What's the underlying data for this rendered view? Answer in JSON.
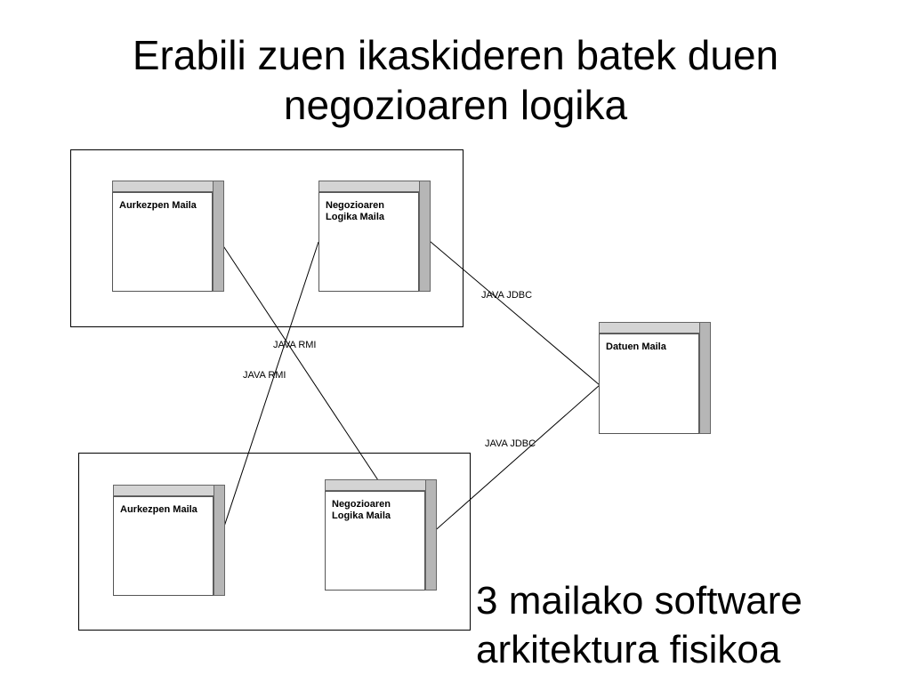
{
  "title": {
    "line1": "Erabili zuen ikaskideren batek duen",
    "line2": "negozioaren logika"
  },
  "caption": {
    "line1": "3 mailako software",
    "line2": "arkitektura fisikoa"
  },
  "nodes": {
    "top_presentation": "Aurkezpen Maila",
    "top_business_1": "Negozioaren",
    "top_business_2": "Logika Maila",
    "data_tier": "Datuen Maila",
    "bottom_presentation": "Aurkezpen Maila",
    "bottom_business_1": "Negozioaren",
    "bottom_business_2": "Logika Maila"
  },
  "connections": {
    "jdbc_top": "JAVA JDBC",
    "rmi_1": "JAVA RMI",
    "rmi_2": "JAVA RMI",
    "jdbc_bottom": "JAVA JDBC"
  }
}
